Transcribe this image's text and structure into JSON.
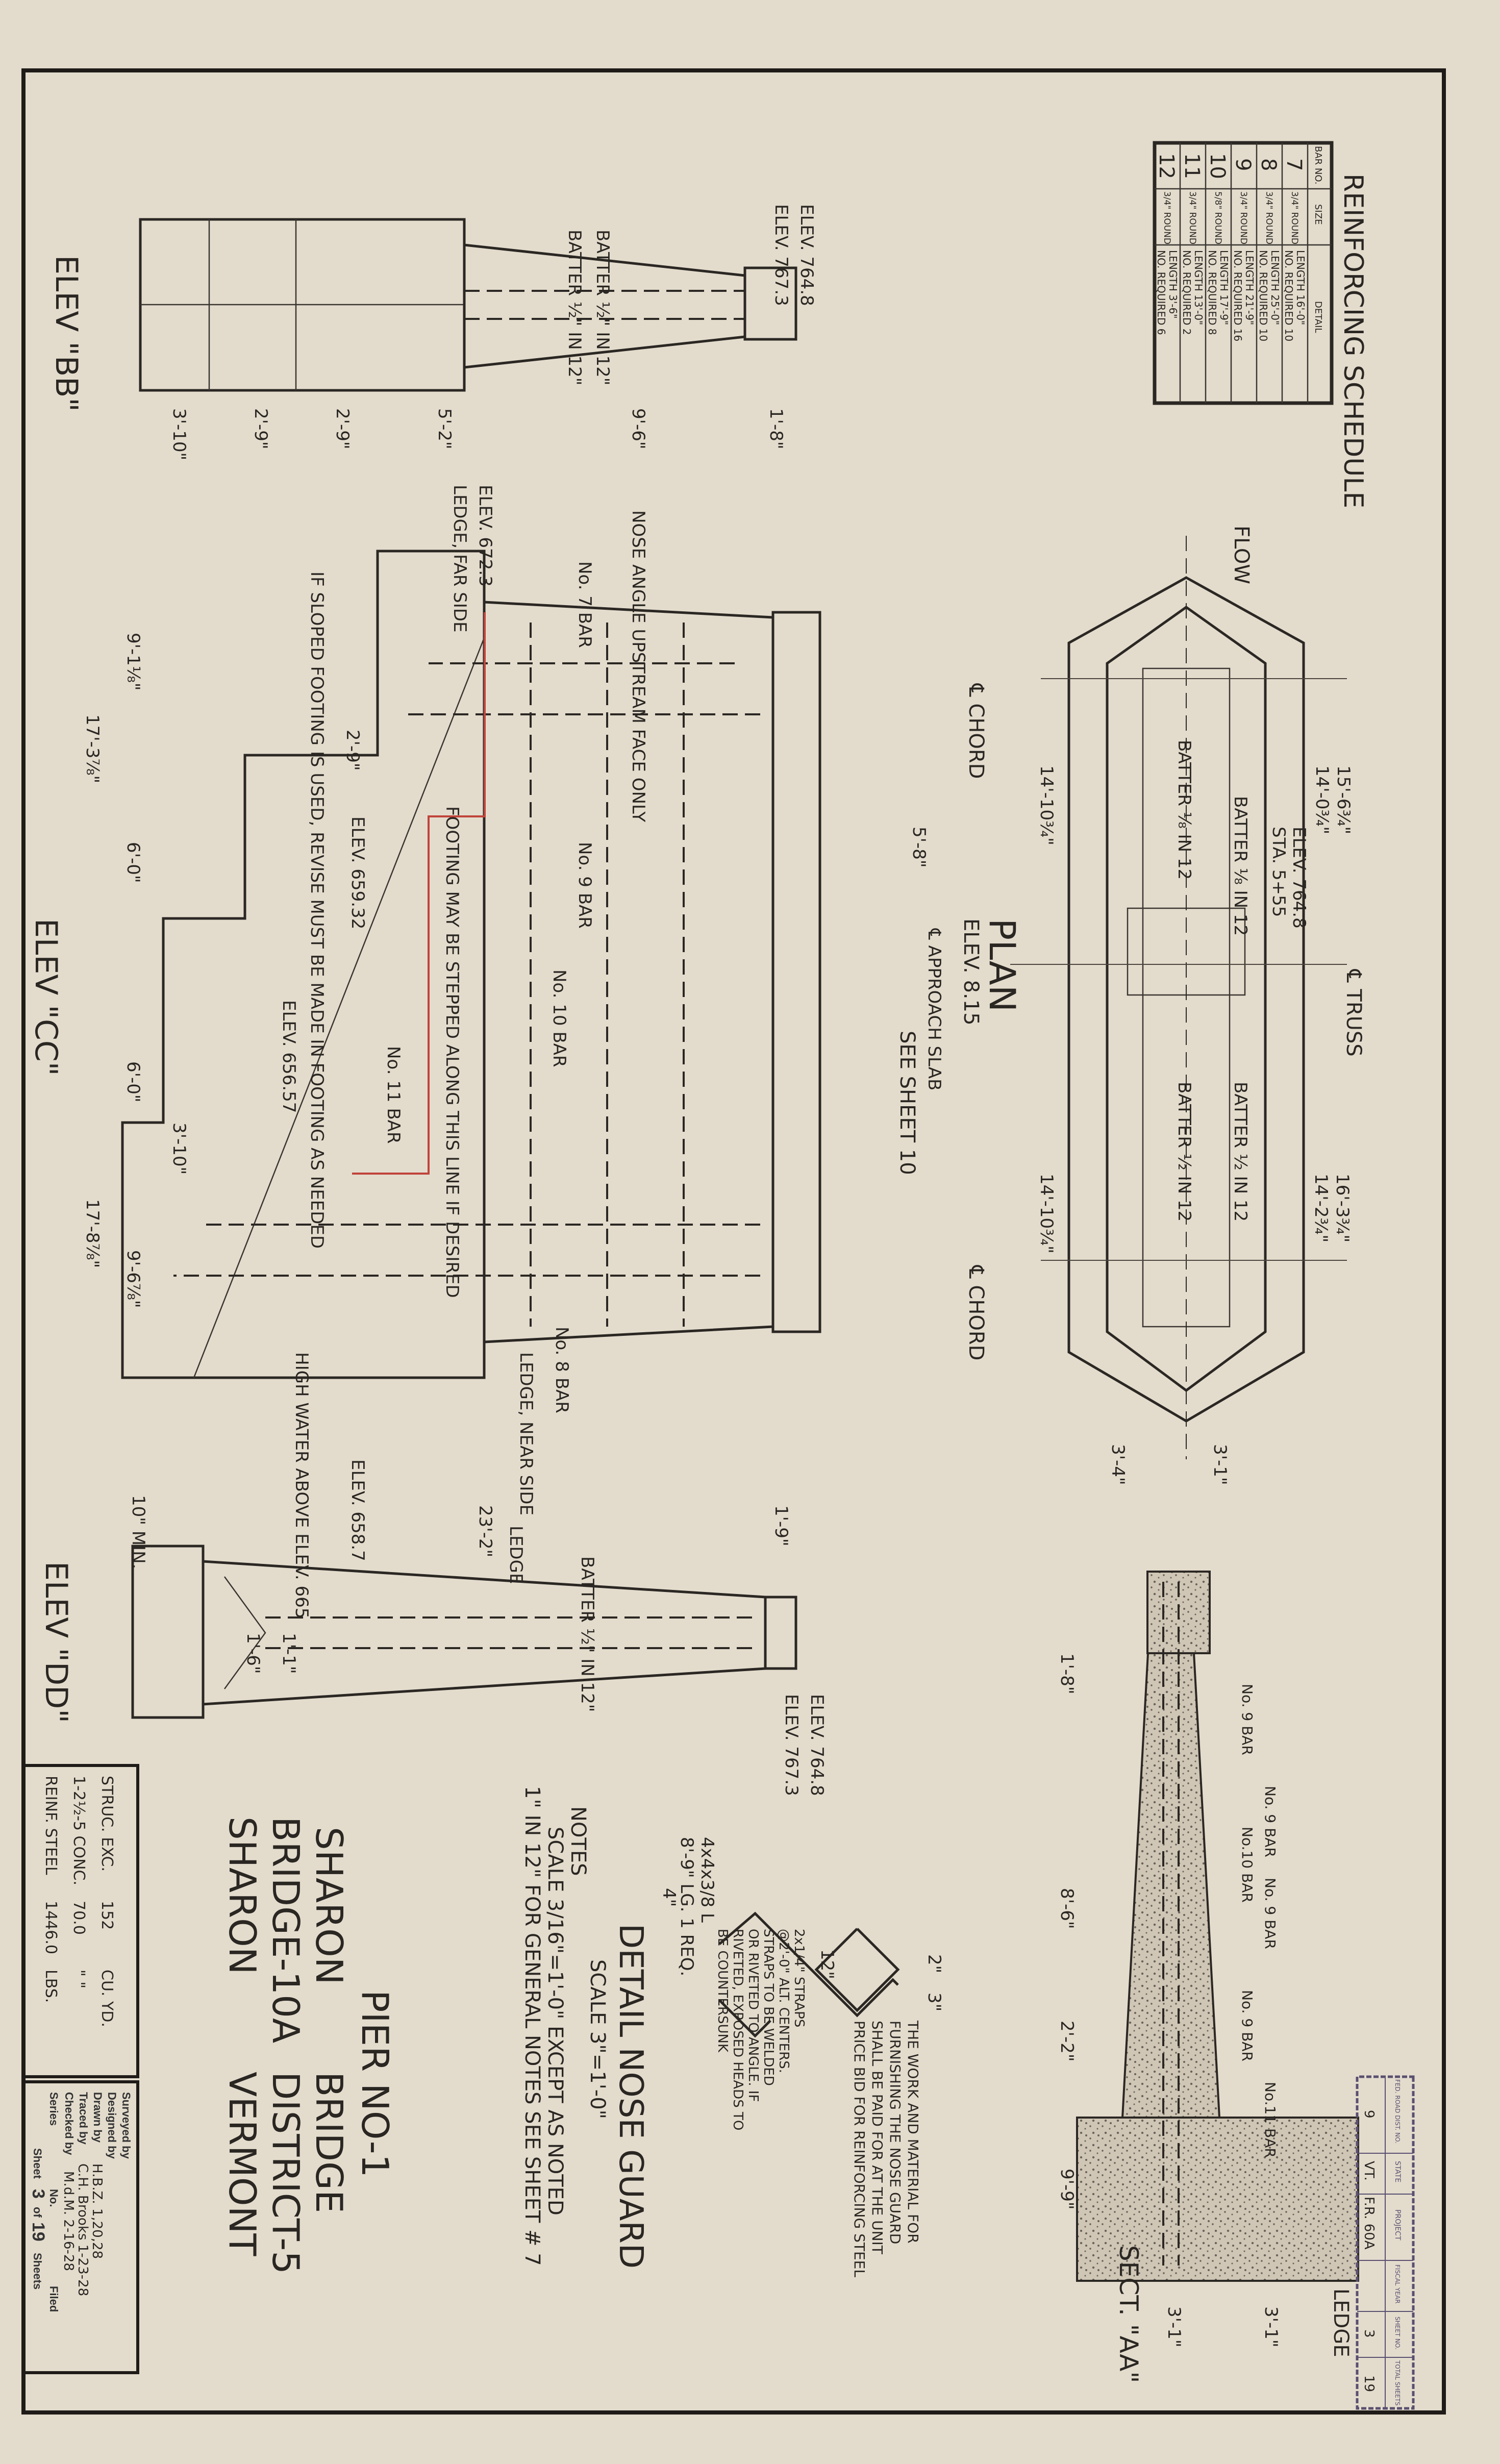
{
  "title_block": {
    "line1": "PIER NO-1",
    "line2a": "SHARON",
    "line2b": "BRIDGE",
    "line3a": "BRIDGE-10A",
    "line3b": "DISTRICT-5",
    "line4a": "SHARON",
    "line4b": "VERMONT"
  },
  "notes": {
    "heading": "NOTES",
    "line1": "SCALE 3/16\"=1'-0\" EXCEPT AS NOTED",
    "line2": "1\" IN 12\" FOR GENERAL NOTES SEE SHEET # 7"
  },
  "reinforcing_schedule": {
    "title": "REINFORCING SCHEDULE",
    "headers": [
      "BAR NO.",
      "SIZE",
      "DETAIL"
    ],
    "rows": [
      {
        "bar": "7",
        "size": "3/4\" ROUND",
        "length": "LENGTH 16'-0\"",
        "required": "NO. REQUIRED 10"
      },
      {
        "bar": "8",
        "size": "3/4\" ROUND",
        "length": "LENGTH 25'-0\"",
        "required": "NO. REQUIRED 10"
      },
      {
        "bar": "9",
        "size": "3/4\" ROUND",
        "length": "LENGTH 21'-9\"",
        "required": "NO. REQUIRED 16"
      },
      {
        "bar": "10",
        "size": "5/8\" ROUND",
        "length": "LENGTH 17'-9\"",
        "required": "NO. REQUIRED 8"
      },
      {
        "bar": "11",
        "size": "3/4\" ROUND",
        "length": "LENGTH 13'-0\"",
        "required": "NO. REQUIRED 2"
      },
      {
        "bar": "12",
        "size": "3/4\" ROUND",
        "length": "LENGTH 3'-6\"",
        "required": "NO. REQUIRED 6"
      }
    ]
  },
  "quantities": [
    {
      "item": "STRUC. EXC.",
      "qty": "152",
      "unit": "CU. YD."
    },
    {
      "item": "1-2½-5 CONC.",
      "qty": "70.0",
      "unit": "\" \""
    },
    {
      "item": "REINF. STEEL",
      "qty": "1446.0",
      "unit": "LBS."
    }
  ],
  "personnel": {
    "surveyed": "Surveyed by",
    "designed": "Designed by",
    "drawn": "Drawn by",
    "drawn_value": "H.B.Z. 1,20,28",
    "traced": "Traced by",
    "traced_value": "C.H. Brooks 1-23-28",
    "checked": "Checked by",
    "checked_value": "M.d.M.   2-16-28",
    "series": "Series",
    "no": "No.",
    "filed": "Filed",
    "sheet": "Sheet",
    "sheet_no": "3",
    "of": "of",
    "total": "19",
    "sheets": "Sheets"
  },
  "stamp": {
    "headers": [
      "FED. ROAD DIST. NO.",
      "STATE",
      "PROJECT",
      "FISCAL YEAR",
      "SHEET NO.",
      "TOTAL SHEETS"
    ],
    "values": [
      "9",
      "VT.",
      "F.R. 60A",
      "",
      "3",
      "19"
    ]
  },
  "views": {
    "elev_bb": "ELEV \"BB\"",
    "elev_cc": "ELEV \"CC\"",
    "elev_dd": "ELEV \"DD\"",
    "plan": "PLAN",
    "plan_elev": "ELEV. 8.15",
    "sect_aa": "SECT. \"AA\"",
    "nose_guard": "DETAIL NOSE GUARD",
    "nose_guard_scale": "SCALE 3\"=1'-0\""
  },
  "nose_guard_notes": {
    "angle": "4x4x3/8 L",
    "angle_len": "8'-9\" LG. 1 REQ.",
    "straps1": "2x1/4\" STRAPS",
    "straps2": "@2'-0\" ALT. CENTERS.",
    "straps3": "STRAPS TO BE WELDED",
    "straps4": "OR RIVETED TO ANGLE. IF",
    "straps5": "RIVETED, EXPOSED HEADS TO",
    "straps6": "BE COUNTERSUNK",
    "dim_12": "12\"",
    "dim_4": "4\"",
    "dim_2": "2\"",
    "dim_3": "3\"",
    "pay1": "THE WORK AND MATERIAL FOR",
    "pay2": "FURNISHING THE NOSE GUARD",
    "pay3": "SHALL BE PAID FOR AT THE UNIT",
    "pay4": "PRICE BID FOR REINFORCING STEEL"
  },
  "sect_aa_labels": [
    "No. 9 BAR",
    "No. 9 BAR",
    "No.10 BAR",
    "No. 9 BAR",
    "No. 9 BAR",
    "No.11 BAR",
    "LEDGE"
  ],
  "sect_aa_dims": [
    "3'-1\"",
    "3'-1\"",
    "8'-6\"",
    "2'-2\"",
    "9'-9\"",
    "1'-8\""
  ],
  "plan_labels": {
    "flow": "FLOW",
    "chord1": "℄ CHORD",
    "chord2": "℄ CHORD",
    "truss": "℄ TRUSS",
    "approach": "℄ APPROACH SLAB",
    "see_sheet": "SEE SHEET 10",
    "batter1": "BATTER ⅛ IN 12",
    "batter2": "BATTER ⅛ IN 12",
    "batter3": "BATTER ½ IN 12",
    "batter4": "BATTER ½ IN 12",
    "sta": "STA. 5+55",
    "sta_elev": "ELEV. 764.8",
    "dims": [
      "15'-6¾\"",
      "14'-0¾\"",
      "16'-3¾\"",
      "14'-2¾\"",
      "14'-10¾\"",
      "14'-10¾\"",
      "5'-8\"",
      "3'-4\"",
      "3'-1\""
    ]
  },
  "elev_labels": {
    "bb_batter1": "BATTER ½\" IN 12\"",
    "bb_batter2": "BATTER ½\" IN 12\"",
    "bb_elev1": "ELEV. 764.8",
    "bb_elev2": "ELEV. 767.3",
    "bb_dims": [
      "3'-10\"",
      "2'-9\"",
      "2'-9\"",
      "5'-2\"",
      "9'-6\"",
      "1'-8\""
    ],
    "cc_elev1": "ELEV. 672.3",
    "cc_ledge_far": "LEDGE, FAR SIDE",
    "cc_nose": "NOSE ANGLE UPSTREAM FACE ONLY",
    "cc_no7": "No. 7 BAR",
    "cc_no9": "No. 9 BAR",
    "cc_no10": "No. 10 BAR",
    "cc_no11": "No. 11 BAR",
    "cc_no8": "No. 8 BAR",
    "cc_sloped": "IF SLOPED FOOTING IS USED, REVISE MUST BE MADE IN FOOTING AS NEEDED",
    "cc_footing": "FOOTING MAY BE STEPPED ALONG THIS LINE IF DESIRED",
    "cc_high_water": "HIGH WATER ABOVE ELEV. 665",
    "cc_ledge_near": "LEDGE, NEAR SIDE",
    "cc_elev2": "ELEV. 658.7",
    "cc_elev3": "ELEV. 659.32",
    "cc_elev4": "ELEV. 656.57",
    "cc_dims": [
      "9'-1⅛\"",
      "6'-0\"",
      "6'-0\"",
      "9'-6⅞\"",
      "17'-3⅞\"",
      "17'-8⅞\"",
      "3'-10\"",
      "2'-9\""
    ],
    "dd_ledge": "LEDGE",
    "dd_batter": "BATTER ½\" IN 12\"",
    "dd_elev1": "ELEV. 764.8",
    "dd_elev2": "ELEV. 767.3",
    "dd_dims": [
      "23'-2\"",
      "1'-9\"",
      "1'-6\"",
      "1'-1\"",
      "10\" MIN."
    ]
  },
  "colors": {
    "paper": "#e3dccd",
    "ink": "#2b2723",
    "red_line": "#c0443a",
    "stamp": "#5a5070"
  }
}
